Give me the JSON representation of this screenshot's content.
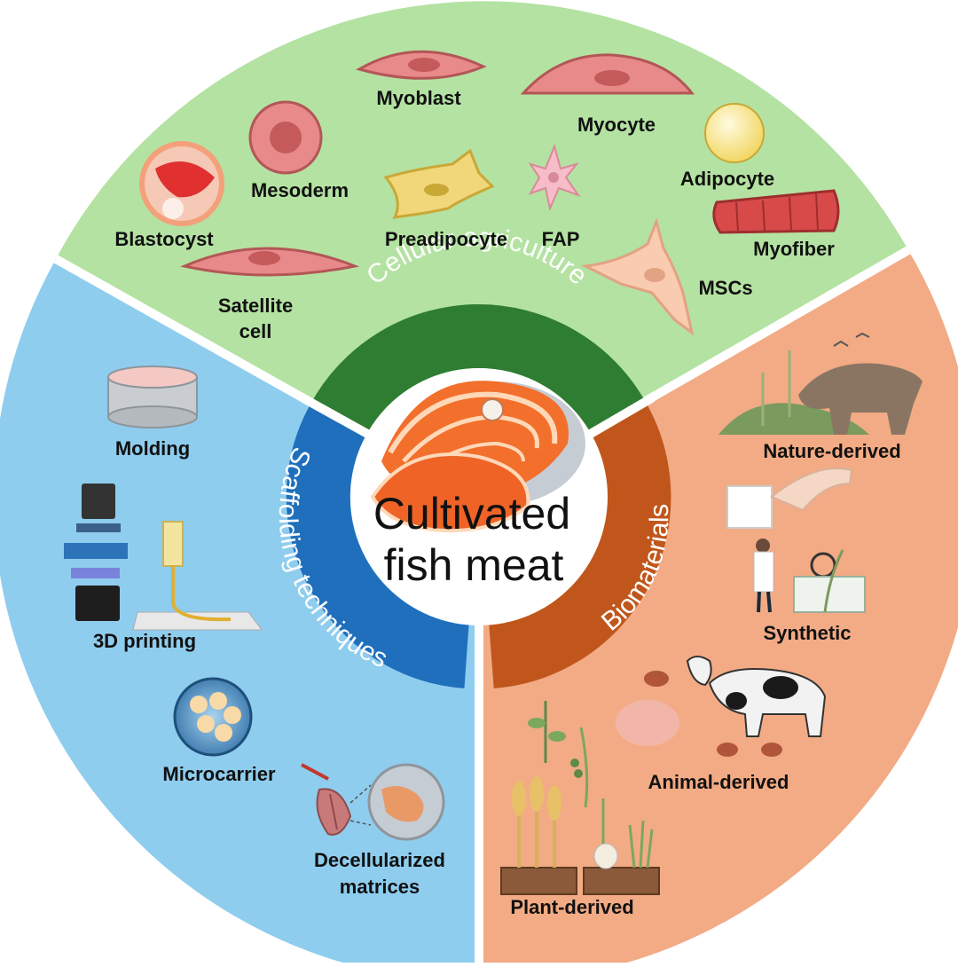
{
  "center": {
    "line1": "Cultivated",
    "line2": "fish meat"
  },
  "sectors": {
    "cellular": {
      "title": "Cellular agriculture",
      "color": "#b4e2a2",
      "ring_color": "#2e7d32"
    },
    "scaffolding": {
      "title": "Scaffolding techniques",
      "color": "#8fcdee",
      "ring_color": "#1f6fbd"
    },
    "biomaterials": {
      "title": "Biomaterials",
      "color": "#f2ab85",
      "ring_color": "#c0561b"
    }
  },
  "cells": {
    "myoblast": "Myoblast",
    "myocyte": "Myocyte",
    "mesoderm": "Mesoderm",
    "adipocyte": "Adipocyte",
    "blastocyst": "Blastocyst",
    "preadipocyte": "Preadipocyte",
    "fap": "FAP",
    "myofiber": "Myofiber",
    "satellite_line1": "Satellite",
    "satellite_line2": "cell",
    "mscs": "MSCs"
  },
  "scaffolds": {
    "molding": "Molding",
    "printing": "3D printing",
    "microcarrier": "Microcarrier",
    "decell_line1": "Decellularized",
    "decell_line2": "matrices"
  },
  "biomaterials": {
    "nature": "Nature-derived",
    "synthetic": "Synthetic",
    "animal": "Animal-derived",
    "plant": "Plant-derived"
  }
}
